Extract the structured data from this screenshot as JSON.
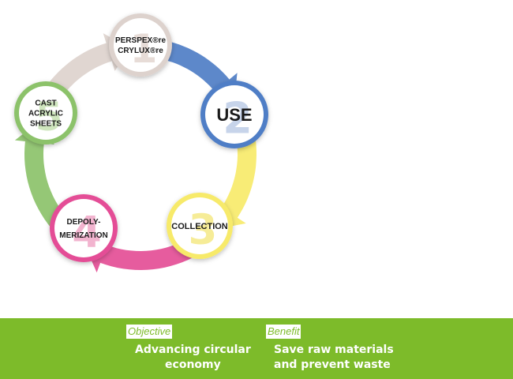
{
  "steps": [
    {
      "number": "1",
      "lines": [
        "PERSPEX®re",
        "CRYLUX®re"
      ],
      "color": "#ddd2cd",
      "numcolor": "#e7dcd7"
    },
    {
      "number": "2",
      "lines": [
        "USE"
      ],
      "color": "#4f7ec6",
      "numcolor": "#c7d4ea"
    },
    {
      "number": "3",
      "lines": [
        "COLLECTION"
      ],
      "color": "#f7ea6a",
      "numcolor": "#f6ec97"
    },
    {
      "number": "4",
      "lines": [
        "DEPOLY-",
        "MERIZATION"
      ],
      "color": "#e44e96",
      "numcolor": "#f2b4cf"
    },
    {
      "number": "5",
      "lines": [
        "CAST",
        "ACRYLIC",
        "SHEETS"
      ],
      "color": "#8cc26a",
      "numcolor": "#cfe6be"
    }
  ],
  "footer": {
    "accent": "#7dbb2a",
    "objective": {
      "tag": "Objective",
      "text": [
        "Advancing circular",
        "economy"
      ]
    },
    "benefit": {
      "tag": "Benefit",
      "text": [
        "Save raw materials",
        "and prevent waste"
      ]
    }
  }
}
